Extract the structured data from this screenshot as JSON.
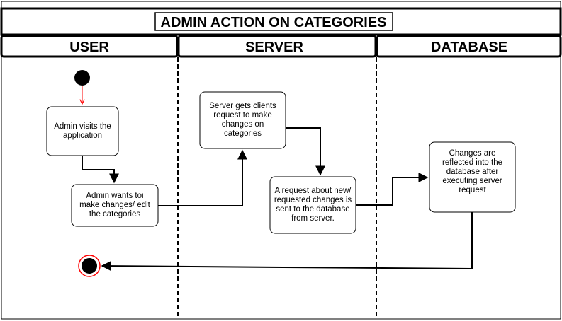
{
  "title": "ADMIN ACTION ON CATEGORIES",
  "lanes": [
    "USER",
    "SERVER",
    "DATABASE"
  ],
  "nodes": {
    "visit": [
      "Admin visits the",
      "application"
    ],
    "edit": [
      "Admin wants toi",
      "make changes/ edit",
      "the categories"
    ],
    "server_gets": [
      "Server gets clients",
      "request to make",
      "changes on",
      "categories"
    ],
    "request": [
      "A request about new/",
      "requested changes is",
      "sent to the database",
      "from server."
    ],
    "reflected": [
      "Changes are",
      "reflected into the",
      "database after",
      "executing server",
      "request"
    ]
  },
  "colors": {
    "start_node": "#000000",
    "start_arrow": "#ff0000",
    "end_ring": "#ff0000",
    "line": "#000000"
  }
}
